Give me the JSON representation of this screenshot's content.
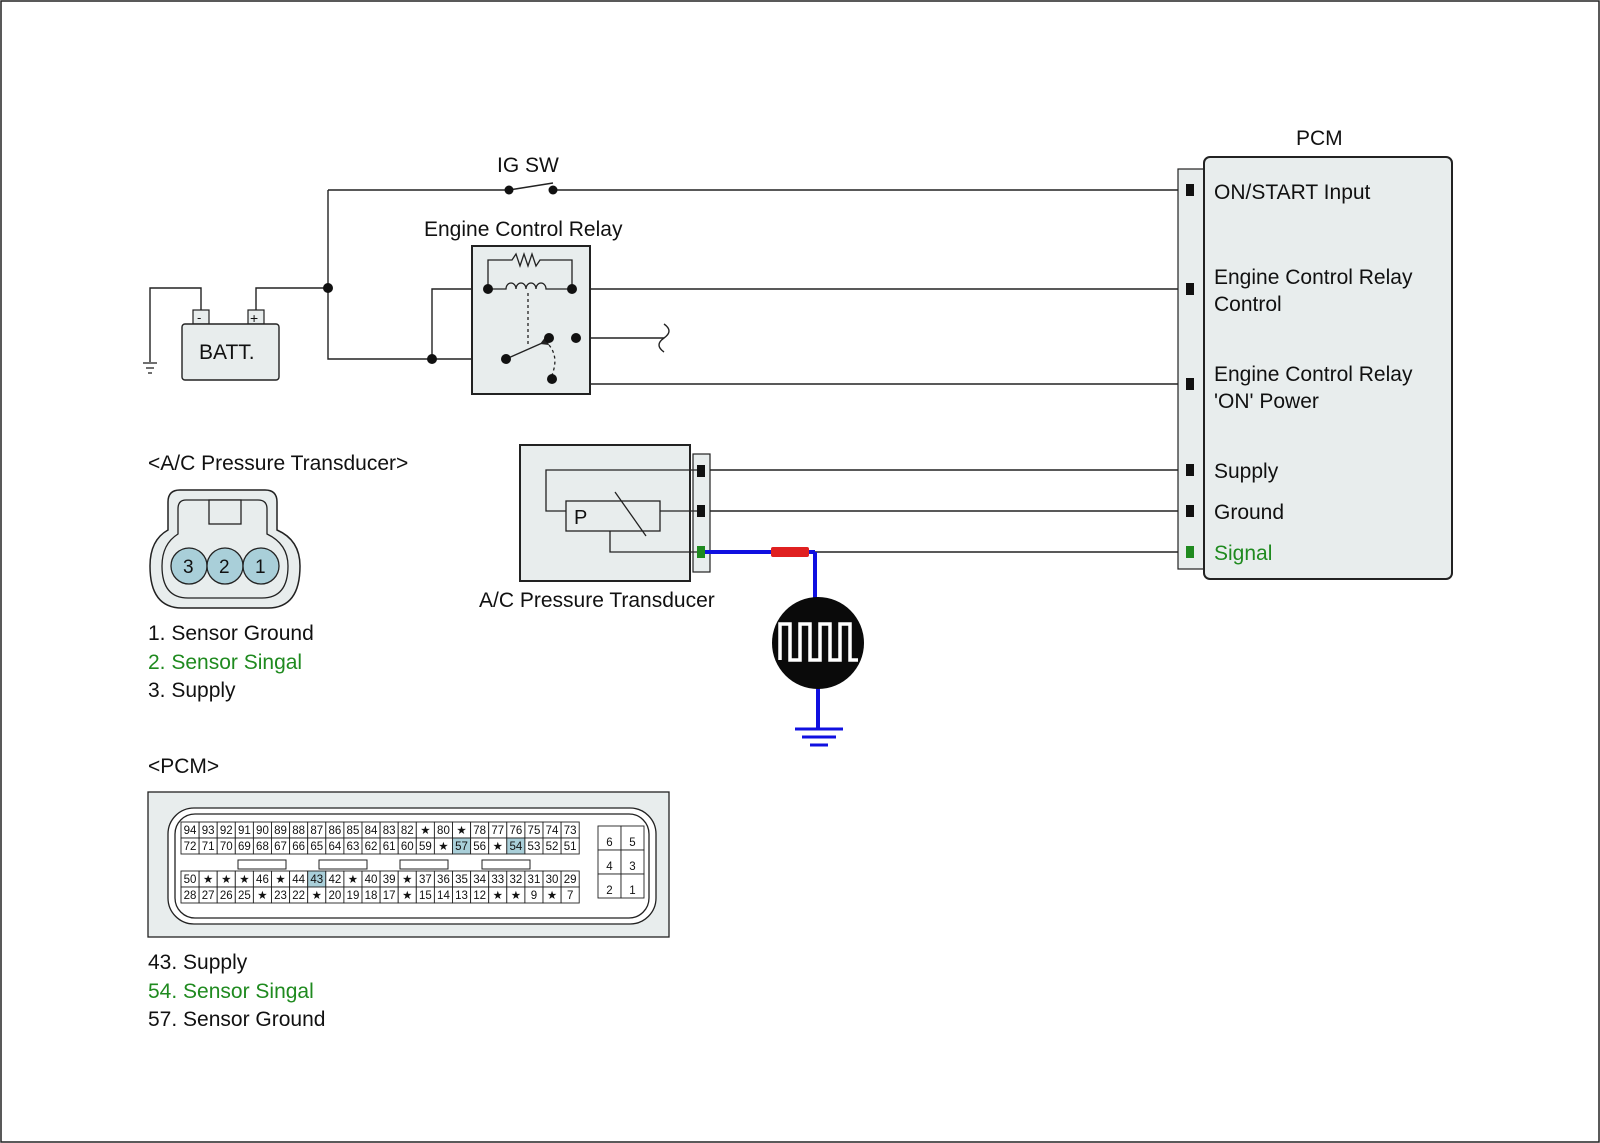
{
  "labels": {
    "ig_sw": "IG SW",
    "engine_control_relay": "Engine Control Relay",
    "batt": "BATT.",
    "batt_minus": "-",
    "batt_plus": "+",
    "pcm": "PCM",
    "pcm_on_start": "ON/START Input",
    "pcm_ecr_control_1": "Engine Control Relay",
    "pcm_ecr_control_2": "Control",
    "pcm_ecr_power_1": "Engine Control Relay",
    "pcm_ecr_power_2": "'ON' Power",
    "pcm_supply": "Supply",
    "pcm_ground": "Ground",
    "pcm_signal": "Signal",
    "sensor_p": "P",
    "sensor_name": "A/C Pressure Transducer"
  },
  "connector_ac": {
    "title": "<A/C Pressure Transducer>",
    "pins": [
      "3",
      "2",
      "1"
    ],
    "legend": [
      "1. Sensor Ground",
      "2. Sensor Singal",
      "3. Supply"
    ]
  },
  "connector_pcm": {
    "title": "<PCM>",
    "row1": [
      "94",
      "93",
      "92",
      "91",
      "90",
      "89",
      "88",
      "87",
      "86",
      "85",
      "84",
      "83",
      "82",
      "★",
      "80",
      "★",
      "78",
      "77",
      "76",
      "75",
      "74",
      "73"
    ],
    "row2": [
      "72",
      "71",
      "70",
      "69",
      "68",
      "67",
      "66",
      "65",
      "64",
      "63",
      "62",
      "61",
      "60",
      "59",
      "★",
      "57",
      "56",
      "★",
      "54",
      "53",
      "52",
      "51"
    ],
    "row3": [
      "50",
      "★",
      "★",
      "★",
      "46",
      "★",
      "44",
      "43",
      "42",
      "★",
      "40",
      "39",
      "★",
      "37",
      "36",
      "35",
      "34",
      "33",
      "32",
      "31",
      "30",
      "29"
    ],
    "row4": [
      "28",
      "27",
      "26",
      "25",
      "★",
      "23",
      "22",
      "★",
      "20",
      "19",
      "18",
      "17",
      "★",
      "15",
      "14",
      "13",
      "12",
      "★",
      "★",
      "9",
      "★",
      "7"
    ],
    "side": [
      [
        "6",
        "5"
      ],
      [
        "4",
        "3"
      ],
      [
        "2",
        "1"
      ]
    ],
    "highlighted": [
      "57",
      "54",
      "43"
    ],
    "legend": [
      "43. Supply",
      "54. Sensor Singal",
      "57. Sensor Ground"
    ]
  },
  "colors": {
    "box_fill": "#e8eded",
    "pin_highlight": "#a9cfd9",
    "signal_green": "#1f8a1f",
    "harness_blue": "#1010e0",
    "probe_red": "#e02020"
  }
}
